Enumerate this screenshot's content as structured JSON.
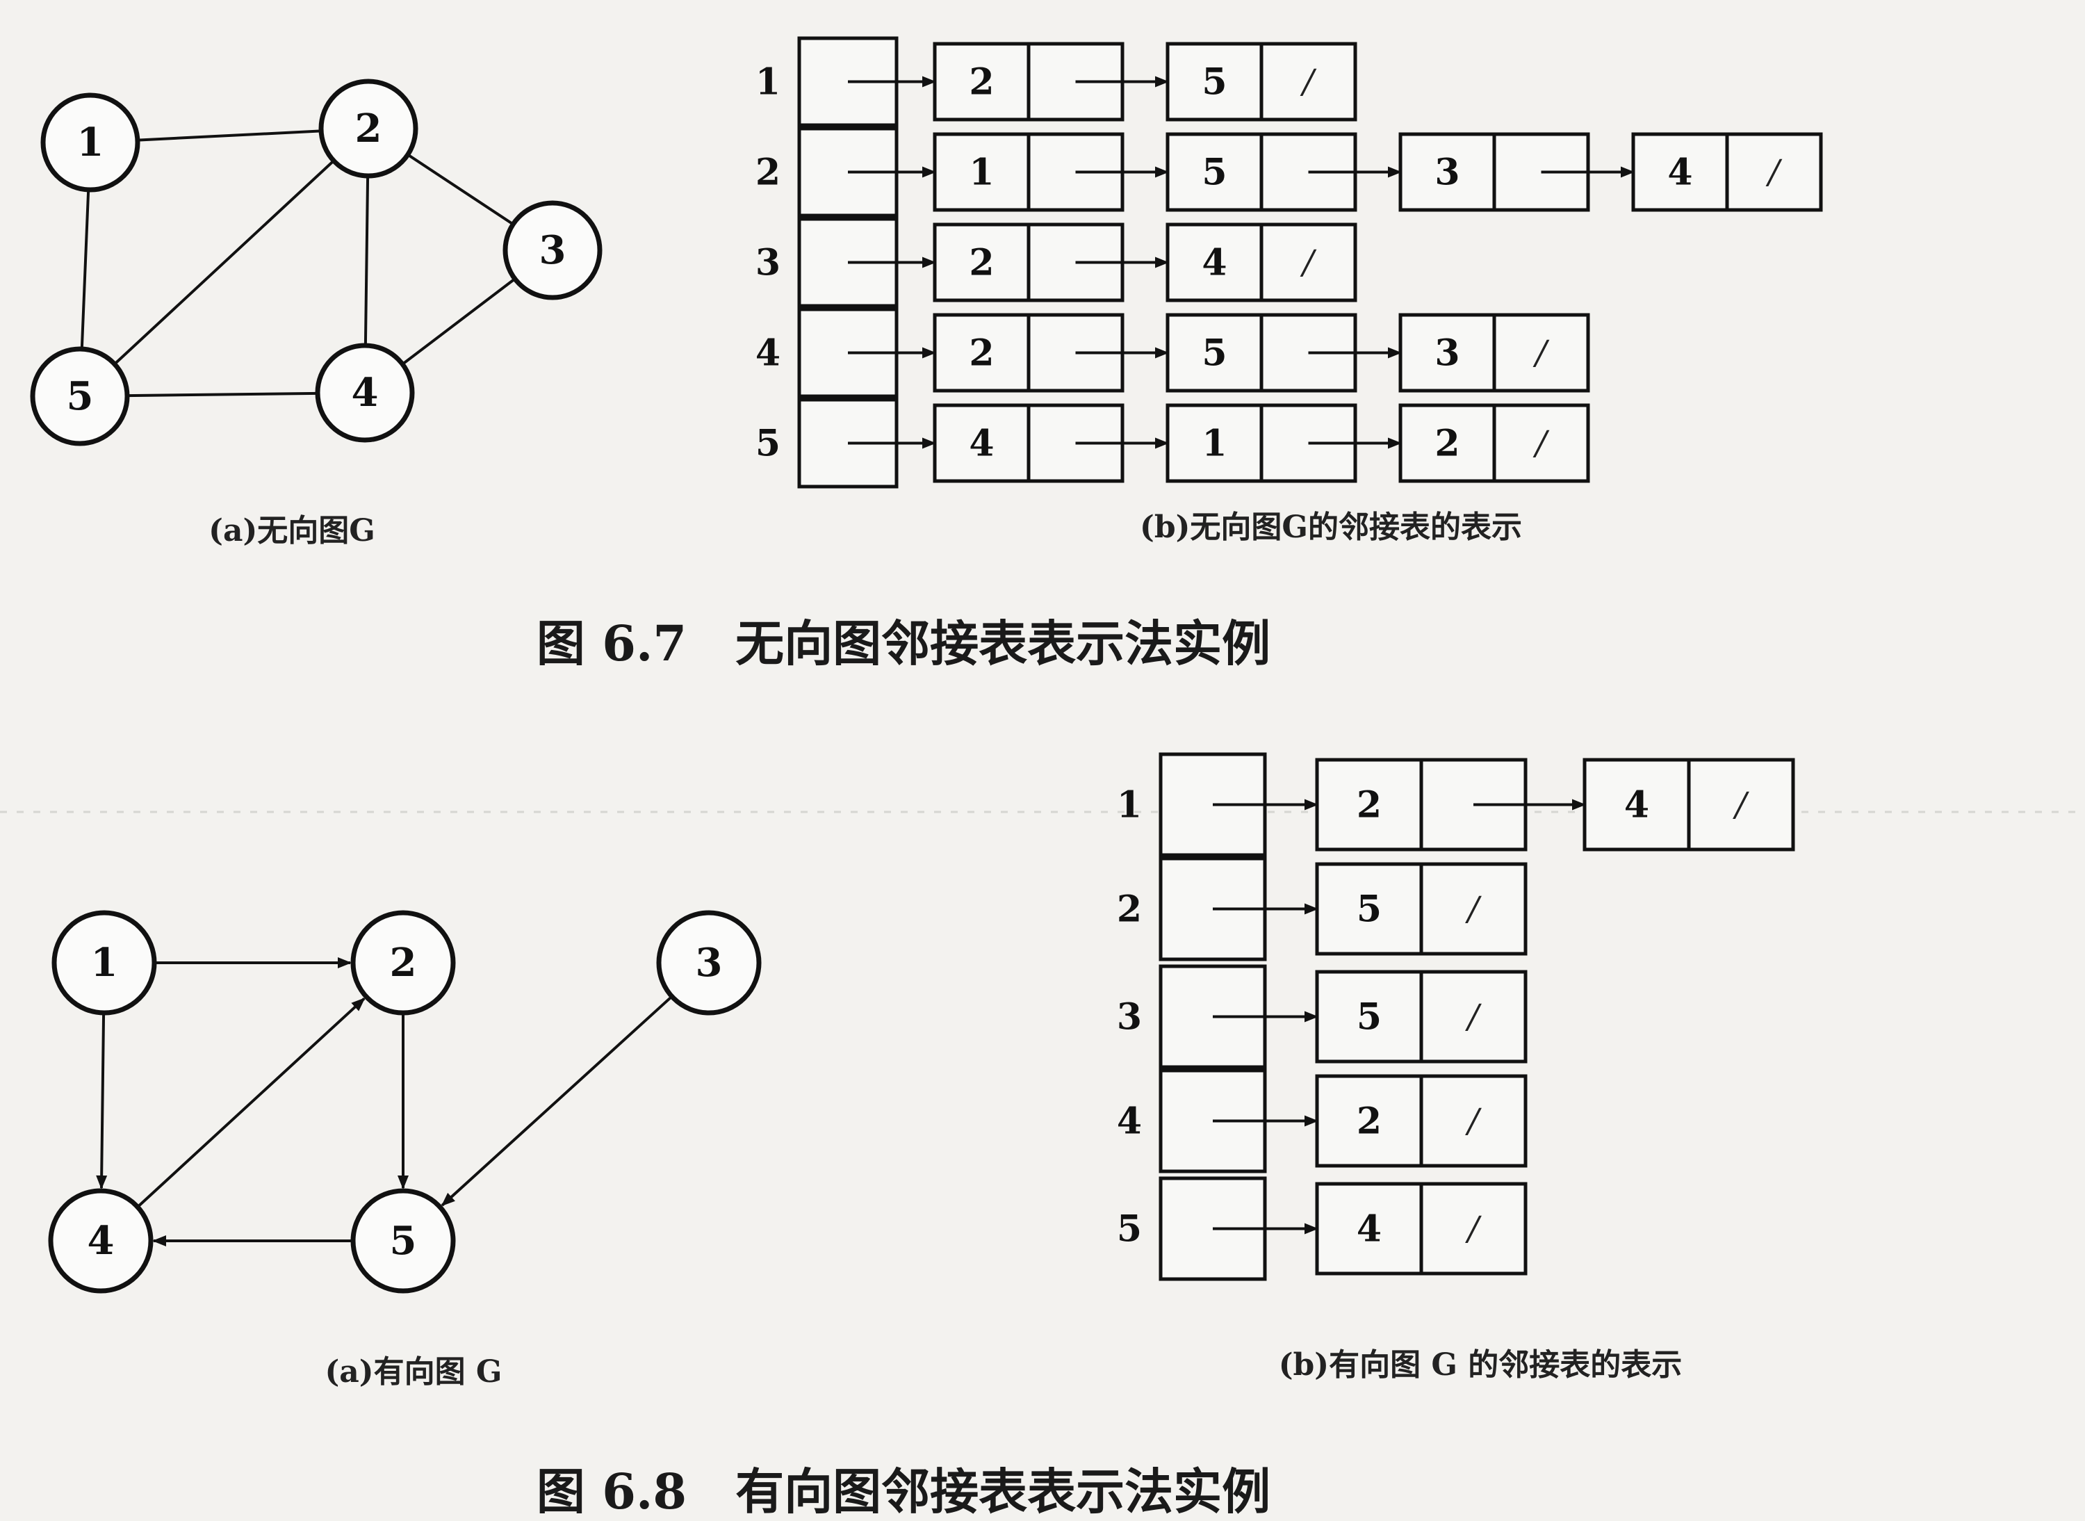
{
  "figure_67": {
    "graph": {
      "nodes": [
        "1",
        "2",
        "3",
        "4",
        "5"
      ],
      "edges": [
        [
          "1",
          "2"
        ],
        [
          "1",
          "5"
        ],
        [
          "2",
          "5"
        ],
        [
          "2",
          "4"
        ],
        [
          "2",
          "3"
        ],
        [
          "3",
          "4"
        ],
        [
          "5",
          "4"
        ]
      ],
      "directed": false
    },
    "adjacency": {
      "rows": [
        {
          "label": "1",
          "list": [
            "2",
            "5"
          ]
        },
        {
          "label": "2",
          "list": [
            "1",
            "5",
            "3",
            "4"
          ]
        },
        {
          "label": "3",
          "list": [
            "2",
            "4"
          ]
        },
        {
          "label": "4",
          "list": [
            "2",
            "5",
            "3"
          ]
        },
        {
          "label": "5",
          "list": [
            "4",
            "1",
            "2"
          ]
        }
      ],
      "null_marker": "/"
    },
    "caption_a": "(a)无向图G",
    "caption_b": "(b)无向图G的邻接表的表示",
    "caption": "图 6.7　无向图邻接表表示法实例"
  },
  "figure_68": {
    "graph": {
      "nodes": [
        "1",
        "2",
        "3",
        "4",
        "5"
      ],
      "edges": [
        [
          "1",
          "2"
        ],
        [
          "1",
          "4"
        ],
        [
          "2",
          "5"
        ],
        [
          "4",
          "2"
        ],
        [
          "5",
          "4"
        ],
        [
          "3",
          "5"
        ]
      ],
      "directed": true
    },
    "adjacency": {
      "rows": [
        {
          "label": "1",
          "list": [
            "2",
            "4"
          ]
        },
        {
          "label": "2",
          "list": [
            "5"
          ]
        },
        {
          "label": "3",
          "list": [
            "5"
          ]
        },
        {
          "label": "4",
          "list": [
            "2"
          ]
        },
        {
          "label": "5",
          "list": [
            "4"
          ]
        }
      ],
      "null_marker": "/"
    },
    "caption_a": "(a)有向图 G",
    "caption_b": "(b)有向图 G 的邻接表的表示",
    "caption": "图 6.8　有向图邻接表表示法实例"
  }
}
